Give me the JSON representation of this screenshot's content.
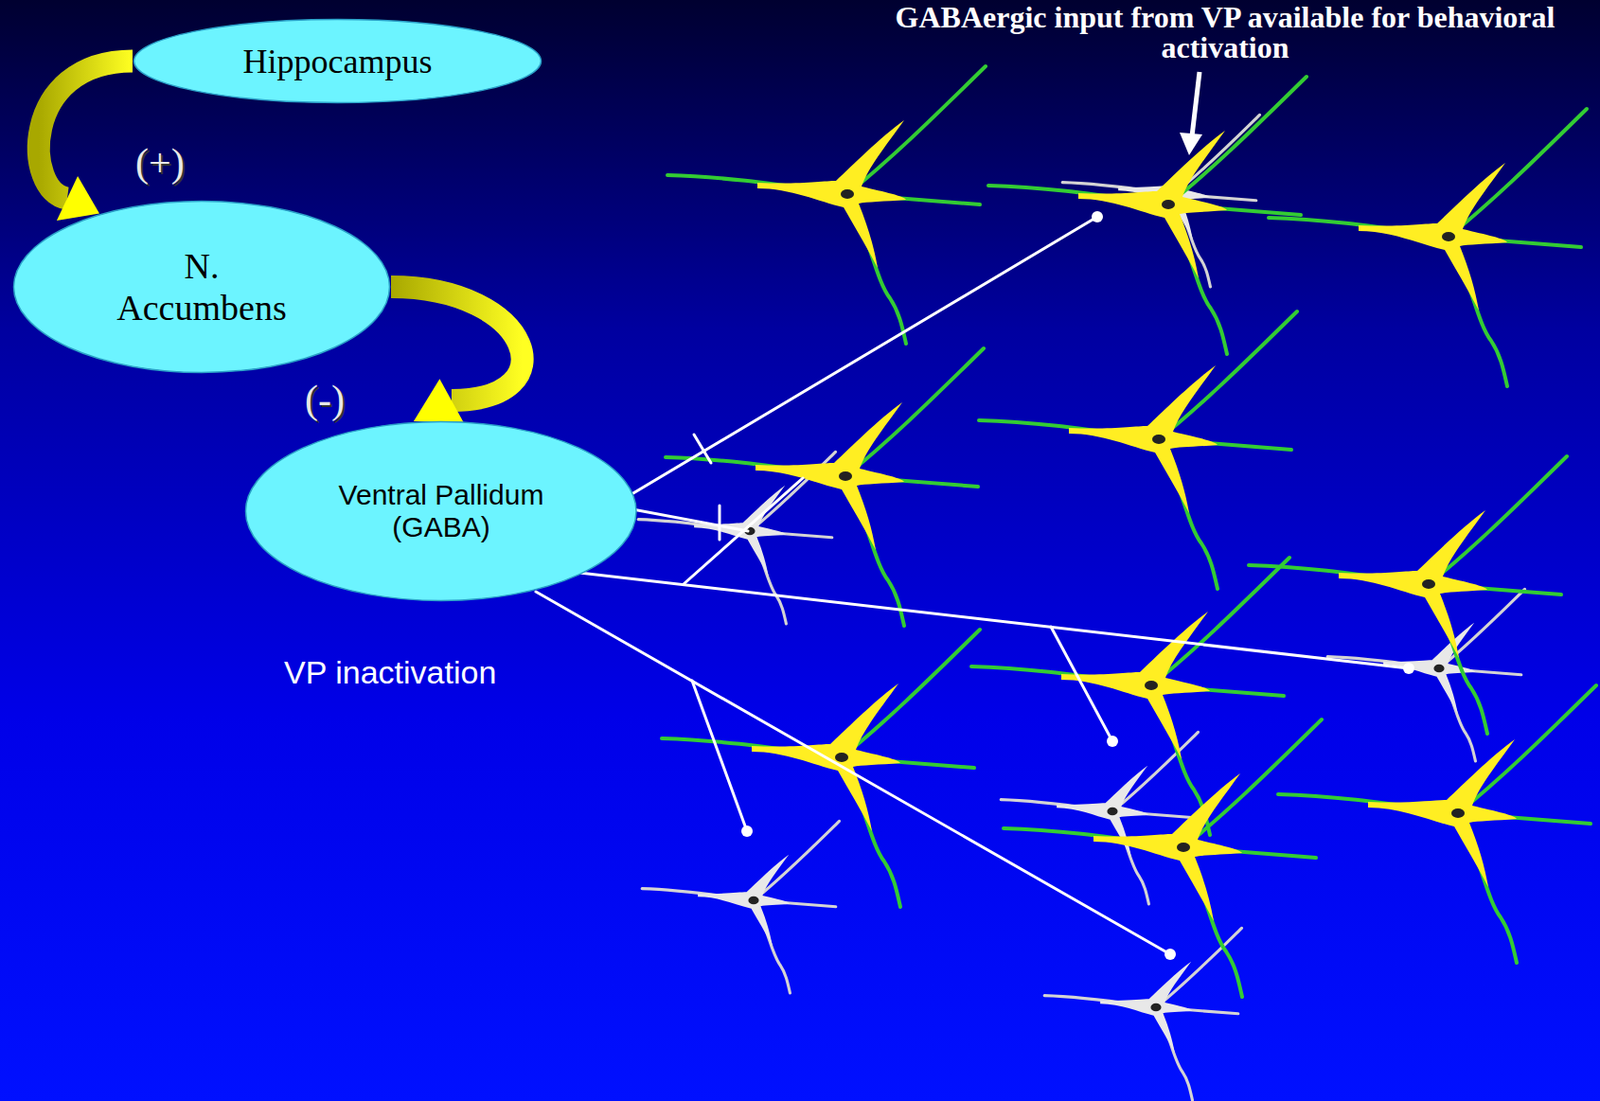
{
  "diagram": {
    "nodes": [
      {
        "text": [
          "Hippocampus"
        ]
      },
      {
        "text": [
          "N. Accumbens"
        ]
      },
      {
        "text": [
          "Ventral Pallidum (GABA)"
        ]
      }
    ],
    "edges": [
      {
        "from": 0,
        "to": 1,
        "arrow": "to",
        "label": "(+)"
      },
      {
        "from": 1,
        "to": 2,
        "arrow": "to",
        "label": "(-)"
      }
    ],
    "labels": [
      "GABAergic input from VP available for behavioral activation",
      "VP inactivation"
    ]
  }
}
